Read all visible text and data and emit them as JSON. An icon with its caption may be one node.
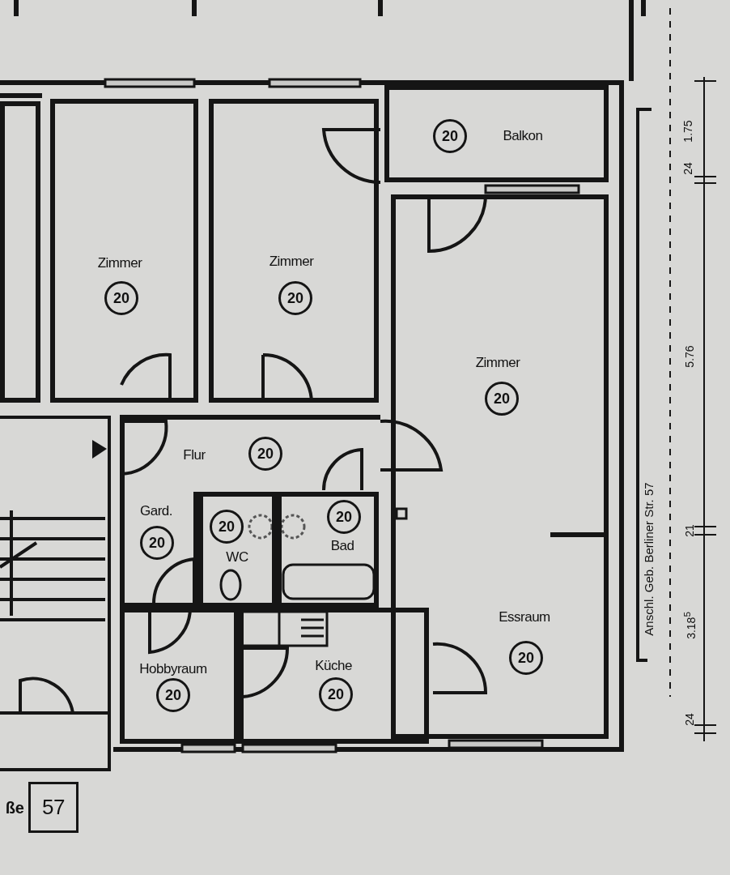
{
  "diagram": {
    "nodes": [
      {
        "text": [],
        "shape": "box"
      },
      {
        "text": [
          "Zimmer"
        ]
      },
      {
        "text": [
          "20"
        ],
        "in": 1
      },
      {
        "text": [
          "Zimmer"
        ]
      },
      {
        "text": [
          "20"
        ],
        "in": 3
      },
      {
        "text": [
          "Balkon"
        ]
      },
      {
        "text": [
          "20"
        ],
        "in": 5
      },
      {
        "text": [
          "Zimmer"
        ]
      },
      {
        "text": [
          "20"
        ],
        "in": 7
      },
      {
        "text": [
          "Flur"
        ]
      },
      {
        "text": [
          "20"
        ],
        "in": 9
      },
      {
        "text": [
          "Gard."
        ]
      },
      {
        "text": [
          "20"
        ],
        "in": 11
      },
      {
        "text": [
          "WC"
        ]
      },
      {
        "text": [
          "20"
        ],
        "in": 13
      },
      {
        "text": [
          "Bad"
        ]
      },
      {
        "text": [
          "20"
        ],
        "in": 15
      },
      {
        "text": [
          "Essraum"
        ]
      },
      {
        "text": [
          "20"
        ],
        "in": 17
      },
      {
        "text": [
          "Hobbyraum"
        ]
      },
      {
        "text": [
          "20"
        ],
        "in": 19
      },
      {
        "text": [
          "Küche"
        ]
      },
      {
        "text": [
          "20"
        ],
        "in": 21
      },
      {
        "text": [
          "57"
        ],
        "beside": [
          "ße"
        ]
      }
    ],
    "edges": [],
    "labels": [
      "1.75",
      "24",
      "5.76",
      "Anschl. Geb. Berliner Str. 57",
      "21",
      "3.18$^{5}$",
      "24"
    ]
  }
}
